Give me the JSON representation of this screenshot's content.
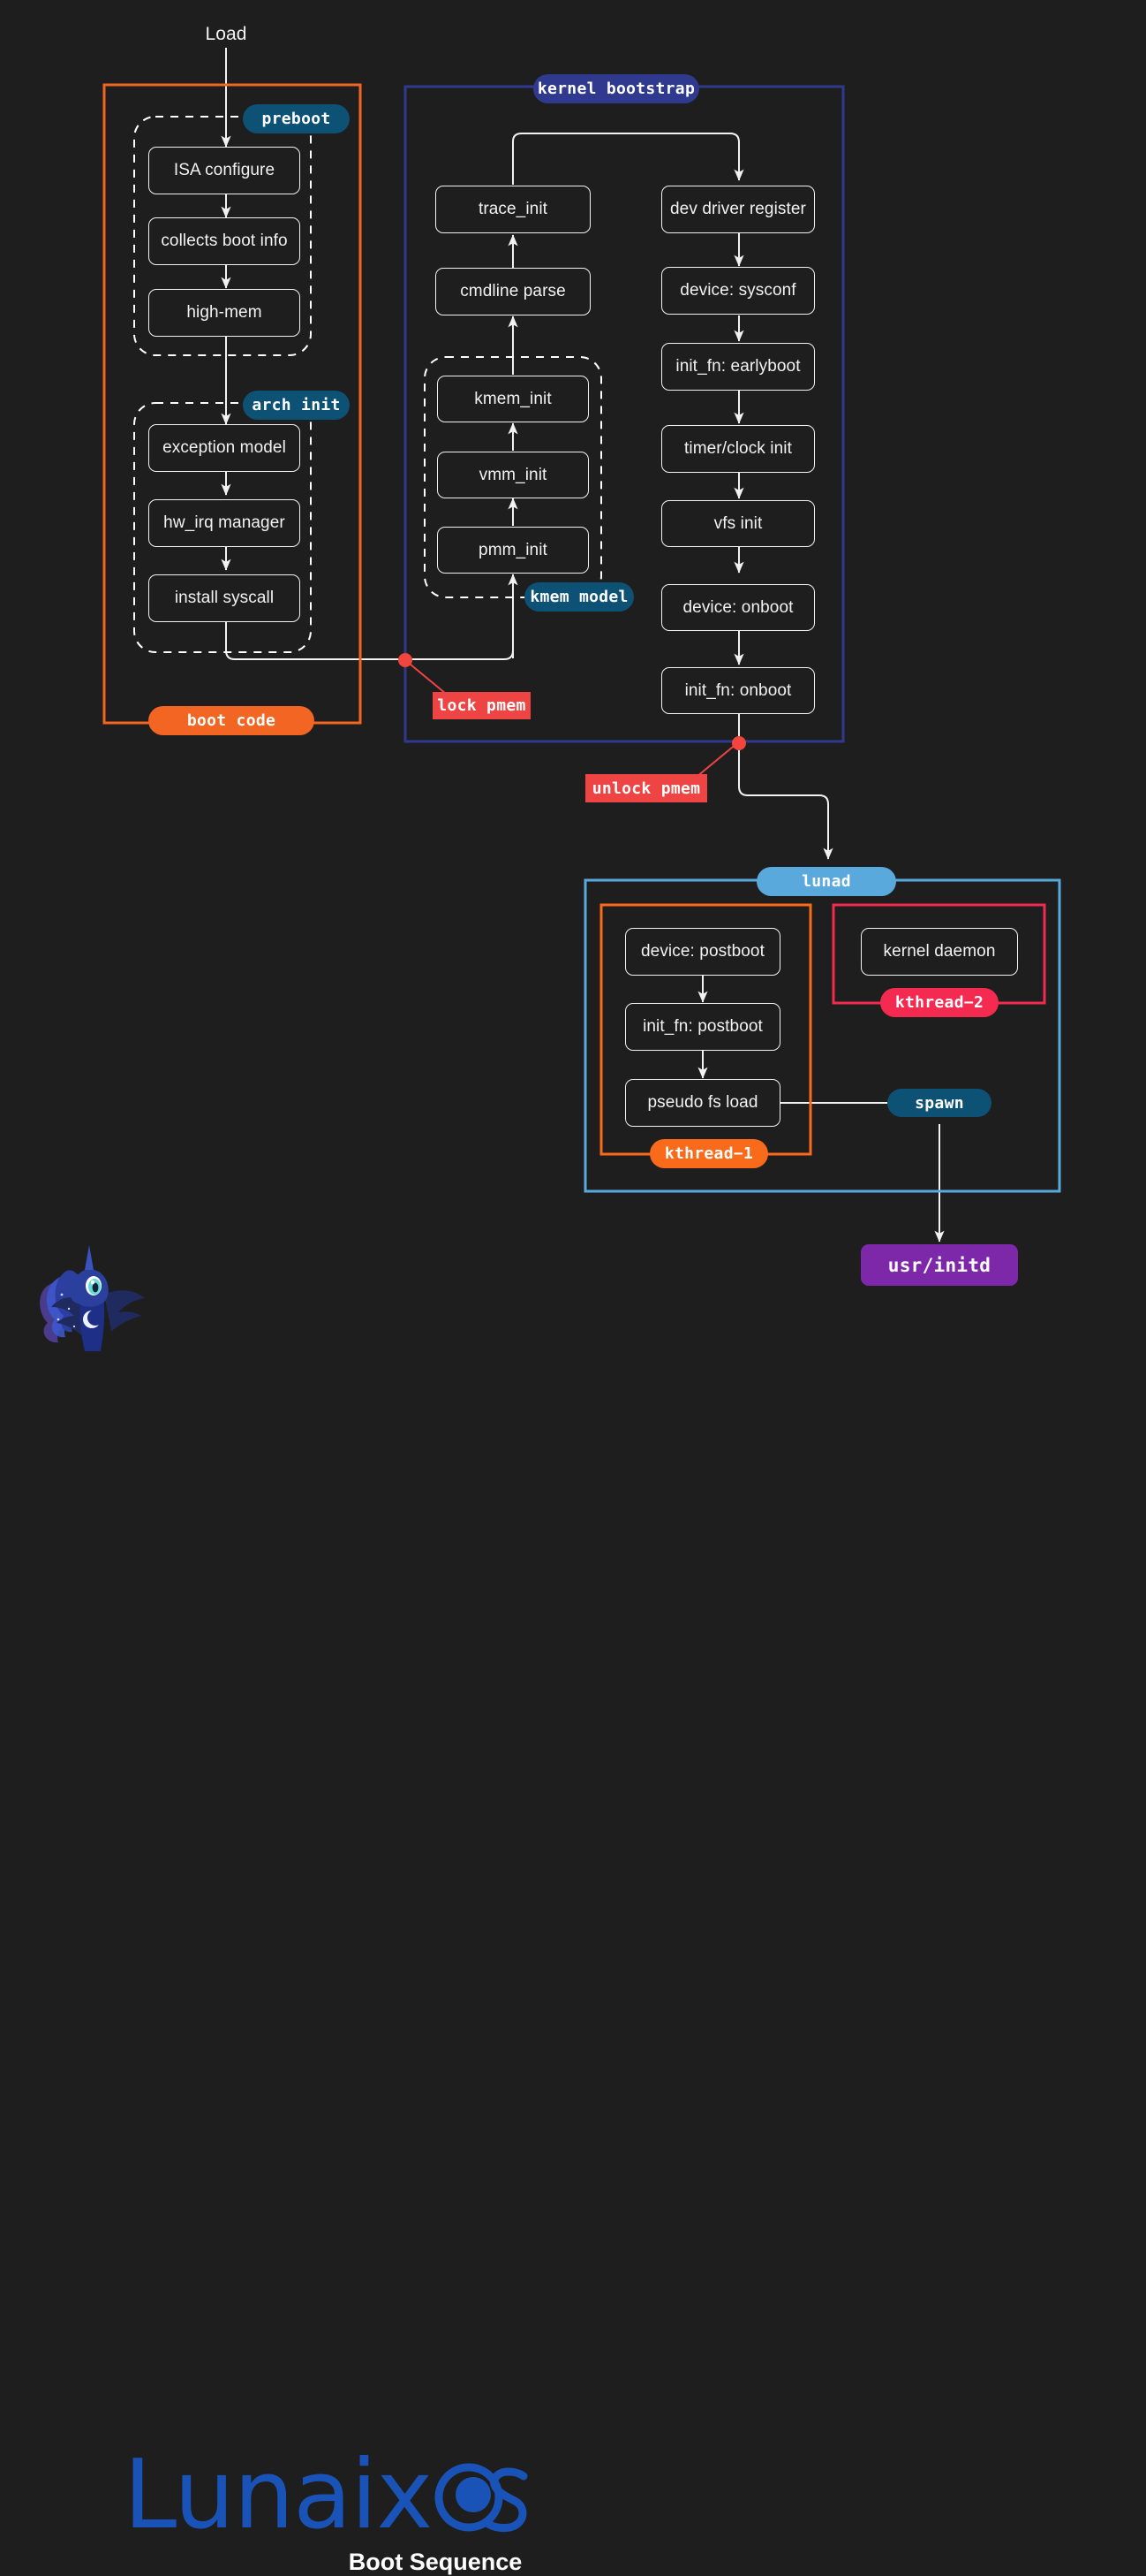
{
  "diagram": {
    "entry_label": "Load",
    "title": "Boot Sequence",
    "brand": "LunaixOS",
    "colors": {
      "background": "#1e1e1e",
      "node_stroke": "#f2f2f2",
      "boot_code": "#f26522",
      "kernel_bootstrap": "#2f3a8f",
      "lunad": "#5aa9dd",
      "kthread_1": "#f96a1b",
      "kthread_2": "#f42a50",
      "badge_blue": "#0d5175",
      "lock_red": "#ef4444",
      "initd_purple": "#7d28a8",
      "logo_blue": "#1a53b8"
    },
    "groups": [
      {
        "id": "boot-code",
        "label": "boot code",
        "style": "solid-orange"
      },
      {
        "id": "kernel-bootstrap",
        "label": "kernel bootstrap",
        "style": "solid-indigo"
      },
      {
        "id": "preboot",
        "label": "preboot",
        "style": "dashed"
      },
      {
        "id": "arch-init",
        "label": "arch init",
        "style": "dashed"
      },
      {
        "id": "kmem-model",
        "label": "kmem model",
        "style": "dashed"
      },
      {
        "id": "lunad",
        "label": "lunad",
        "style": "solid-lightblue"
      },
      {
        "id": "kthread-1",
        "label": "kthread−1",
        "style": "solid-orange"
      },
      {
        "id": "kthread-2",
        "label": "kthread−2",
        "style": "solid-red"
      }
    ],
    "nodes": {
      "preboot": [
        "ISA configure",
        "collects boot info",
        "high-mem"
      ],
      "arch_init": [
        "exception model",
        "hw_irq manager",
        "install syscall"
      ],
      "kmem_model": [
        "kmem_init",
        "vmm_init",
        "pmm_init"
      ],
      "trace_column": [
        "trace_init",
        "cmdline parse"
      ],
      "device_column": [
        "dev driver register",
        "device: sysconf",
        "init_fn: earlyboot",
        "timer/clock init",
        "vfs init",
        "device: onboot",
        "init_fn: onboot"
      ],
      "kthread_1": [
        "device: postboot",
        "init_fn: postboot",
        "pseudo fs load"
      ],
      "kthread_2": [
        "kernel daemon"
      ]
    },
    "annotations": [
      {
        "id": "lock-pmem",
        "label": "lock pmem"
      },
      {
        "id": "unlock-pmem",
        "label": "unlock pmem"
      },
      {
        "id": "spawn",
        "label": "spawn"
      }
    ],
    "terminal": {
      "label": "usr/initd"
    }
  }
}
